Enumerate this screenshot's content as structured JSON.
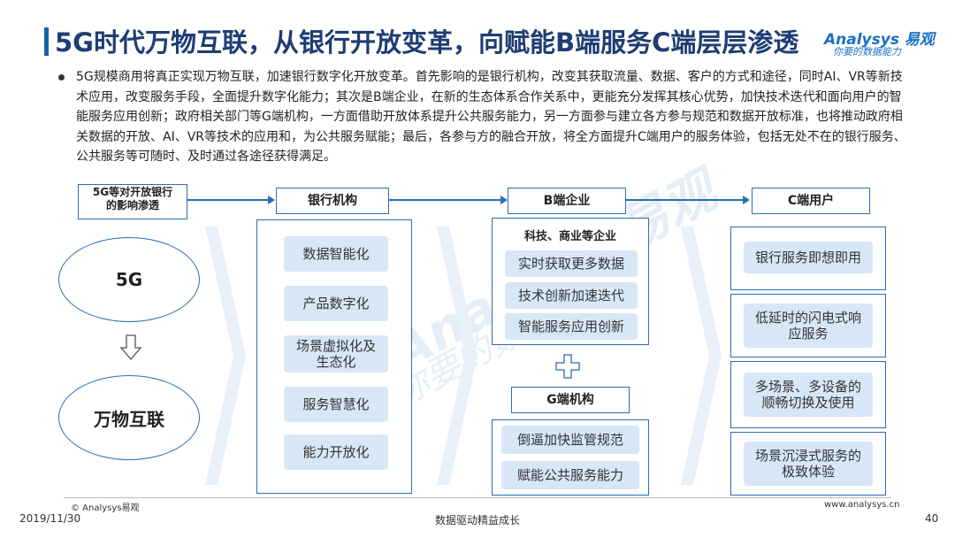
{
  "header": {
    "title": "5G时代万物互联，从银行开放变革，向赋能B端服务C端层层渗透",
    "logo_main": "Analysys 易观",
    "logo_sub": "你要的数据能力"
  },
  "intro": {
    "paragraph": "5G规模商用将真正实现万物互联，加速银行数字化开放变革。首先影响的是银行机构，改变其获取流量、数据、客户的方式和途径，同时AI、VR等新技术应用，改变服务手段，全面提升数字化能力；其次是B端企业，在新的生态体系合作关系中，更能充分发挥其核心优势，加快技术迭代和面向用户的智能服务应用创新；政府相关部门等G端机构，一方面借助开放体系提升公共服务能力，另一方面参与建立各方参与规范和数据开放标准，也将推动政府相关数据的开放、AI、VR等技术的应用和，为公共服务赋能；最后，各参与方的融合开放，将全方面提升C端用户的服务体验，包括无处不在的银行服务、公共服务等可随时、及时通过各途径获得满足。"
  },
  "flow": {
    "start_label_line1": "5G等对开放银行",
    "start_label_line2": "的影响渗透",
    "headers": [
      "银行机构",
      "B端企业",
      "C端用户"
    ]
  },
  "left": {
    "top": "5G",
    "bottom": "万物互联"
  },
  "bank": {
    "items": [
      "数据智能化",
      "产品数字化",
      "场景虚拟化及生态化",
      "服务智慧化",
      "能力开放化"
    ]
  },
  "b_side": {
    "subtitle": "科技、商业等企业",
    "items": [
      "实时获取更多数据",
      "技术创新加速迭代",
      "智能服务应用创新"
    ],
    "g_header": "G端机构",
    "g_items": [
      "倒逼加快监管规范",
      "赋能公共服务能力"
    ]
  },
  "c_side": {
    "items": [
      "银行服务即想即用",
      "低延时的闪电式响应服务",
      "多场景、多设备的顺畅切换及使用",
      "场景沉浸式服务的极致体验"
    ]
  },
  "watermark": {
    "line1": "Analysys易观",
    "line2": "你要的数据能力"
  },
  "footer": {
    "copyright": "© Analysys易观",
    "date": "2019/11/30",
    "slogan": "数据驱动精益成长",
    "website": "www.analysys.cn",
    "page": "40"
  },
  "colors": {
    "accent": "#2a6eb3",
    "title": "#1f3d73",
    "pill_fill": "#d7e7f6"
  }
}
